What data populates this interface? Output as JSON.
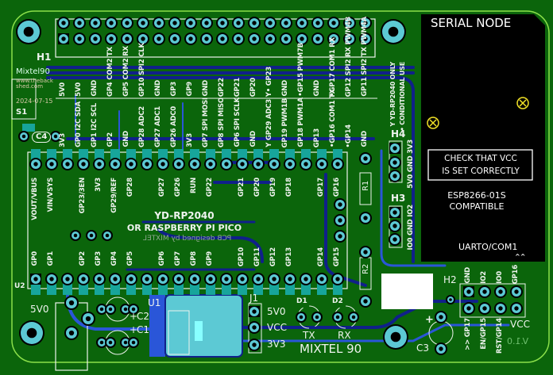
{
  "colors": {
    "board": "#0b650b",
    "outline": "#8be04a",
    "silk": "#eef3ee",
    "pad": "#5cc9d4",
    "trace_dark": "#10208a",
    "trace_light": "#2a56d8",
    "module": "#000000",
    "marker": "#f2e227"
  },
  "branding": {
    "author": "Mixtel90",
    "site": "www.thebackshed.com",
    "date": "2024-07-15",
    "footer": "MIXTEL 90",
    "version": "V.1.0",
    "mirror_credit": "PCB designed by MIXTEL"
  },
  "designators": {
    "h1": "H1",
    "h2": "H2",
    "h3": "H3",
    "h4": "H4",
    "s1": "S1",
    "c1": "C1",
    "c2": "C2",
    "c3": "C3",
    "c4": "C4",
    "u1": "U1",
    "u2": "U2",
    "j1": "J1",
    "d1": "D1",
    "d2": "D2",
    "r1": "R1",
    "r2": "R2"
  },
  "header_labels": {
    "upper": [
      "5V0",
      "5V0",
      "GND",
      "GP4 COM2 TX",
      "GP5 COM2 RX",
      "GP10 SPI2 CLK",
      "GND",
      "GP3",
      "GP9",
      "GND",
      "GP22",
      "GP21",
      "GP20",
      "Y• GP23",
      "GND",
      "•GP15 PWM7B",
      "GND",
      "•GP17 COM1 RX",
      "GP12 SPI2 RX PWM4B",
      "GP11 SPI2 TX PWM4A"
    ],
    "lower": [
      "3V3",
      "GP0 I2C SDA",
      "GP1 I2C SCL",
      "GP2",
      "GND",
      "GP28 ADC2",
      "GP27 ADC1",
      "GP26 ADC0",
      "3V3",
      "GP7 SPI MOSI",
      "GP8 SPI MISO",
      "GP6 SPI SCLK",
      "GND",
      "Y GP29 ADC3",
      "GP19 PWM1B",
      "GP18 PWM1A",
      "GP13",
      "•GP16 COM1 TX",
      "•GP14",
      "GND"
    ],
    "note1": "Y YD-RP2040 ONLY",
    "note2": "• CONDITIONAL USE"
  },
  "pico": {
    "title": "YD-RP2040",
    "subtitle": "OR RASPBERRY PI PICO",
    "top_labels": [
      "VOUT/VBUS",
      "VIN/VSYS",
      "",
      "GP23/3EN",
      "3V3",
      "GP29/REF",
      "GP28",
      "",
      "GP27",
      "GP26",
      "RUN",
      "GP22",
      "",
      "GP21",
      "GP20",
      "GP19",
      "GP18",
      "",
      "GP17",
      "GP16"
    ],
    "bottom_labels": [
      "GP0",
      "GP1",
      "",
      "GP2",
      "GP3",
      "GP4",
      "GP5",
      "",
      "GP6",
      "GP7",
      "GP8",
      "GP9",
      "",
      "GP10",
      "GP11",
      "GP12",
      "GP13",
      "",
      "GP14",
      "GP15"
    ]
  },
  "serial_module": {
    "title": "SERIAL NODE",
    "warning_line1": "CHECK THAT VCC",
    "warning_line2": "IS SET CORRECTLY",
    "compat_line1": "ESP8266-01S",
    "compat_line2": "COMPATIBLE",
    "uart": "UARTO/COM1",
    "arrows": "^^"
  },
  "h4_labels": "5V0 GND 3V3",
  "h3_labels": "IO0 GND IO2",
  "h2": {
    "top": [
      "GND",
      "IO2",
      "IO0",
      "GP16"
    ],
    "bottom": [
      ">> GP17",
      "EN/GP15",
      "RST/GP14"
    ],
    "vcc": "VCC"
  },
  "j1": [
    "5V0",
    "VCC",
    "3V3"
  ],
  "power_label": "5V0",
  "leds": {
    "tx": "TX",
    "rx": "RX"
  },
  "plus": "+"
}
